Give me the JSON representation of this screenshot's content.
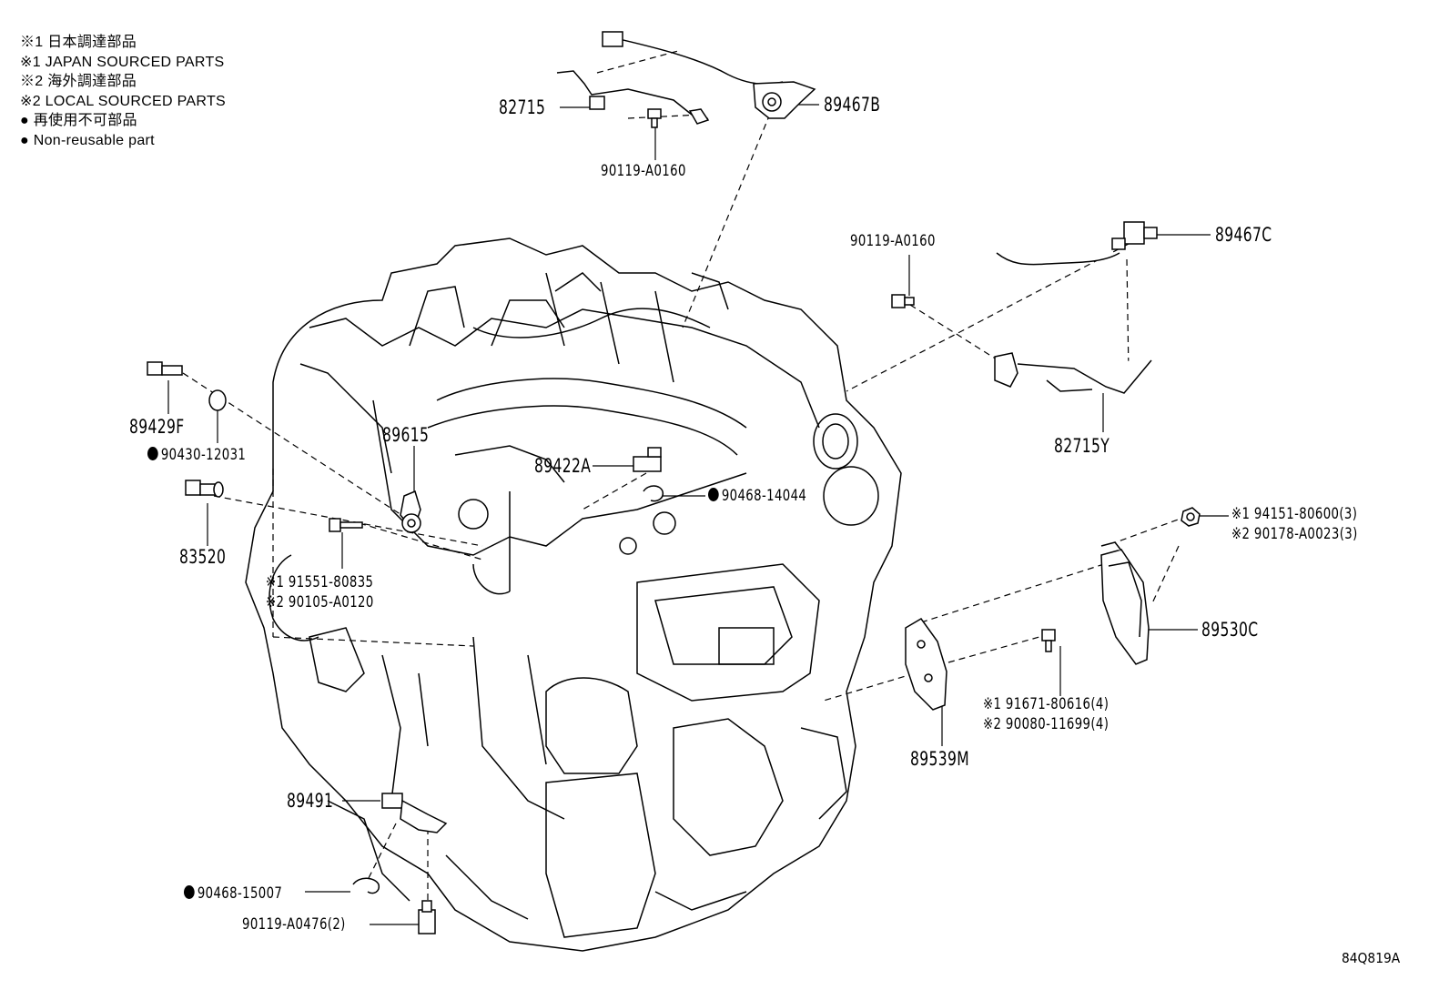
{
  "legend": [
    {
      "mark": "※1",
      "text": "日本調達部品"
    },
    {
      "mark": "※1",
      "text": "JAPAN SOURCED PARTS"
    },
    {
      "mark": "※2",
      "text": "海外調達部品"
    },
    {
      "mark": "※2",
      "text": "LOCAL SOURCED PARTS"
    },
    {
      "mark": "●",
      "text": "再使用不可部品"
    },
    {
      "mark": "●",
      "text": "Non-reusable part"
    }
  ],
  "parts": {
    "p82715": "82715",
    "p89467B": "89467B",
    "p90119_top": "90119-A0160",
    "p90119_right": "90119-A0160",
    "p89467C": "89467C",
    "p82715Y": "82715Y",
    "p89429F": "89429F",
    "p90430": "90430-12031",
    "p89615": "89615",
    "p89422A": "89422A",
    "p90468_14044": "90468-14044",
    "p83520": "83520",
    "p91551": "※1 91551-80835",
    "p90105": "※2 90105-A0120",
    "p94151": "※1 94151-80600(3)",
    "p90178": "※2 90178-A0023(3)",
    "p89530C": "89530C",
    "p91671": "※1 91671-80616(4)",
    "p90080": "※2 90080-11699(4)",
    "p89539M": "89539M",
    "p89491": "89491",
    "p90468_15007": "90468-15007",
    "p90119_A0476": "90119-A0476(2)"
  },
  "diagram_code": "84Q819A"
}
